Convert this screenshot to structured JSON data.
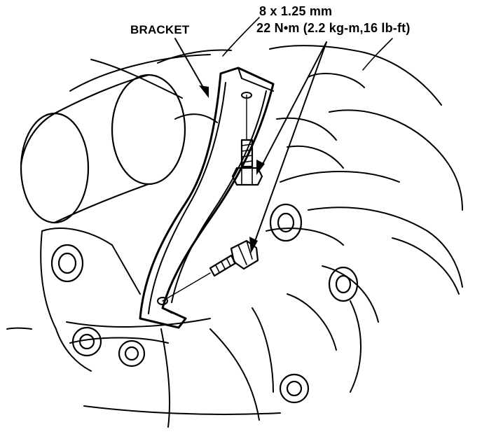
{
  "labels": {
    "bracket": "BRACKET",
    "bolt_size": "8 x 1.25 mm",
    "torque": "22 N•m (2.2 kg-m,16 lb-ft)"
  },
  "colors": {
    "ink": "#000000",
    "paper": "#ffffff"
  }
}
